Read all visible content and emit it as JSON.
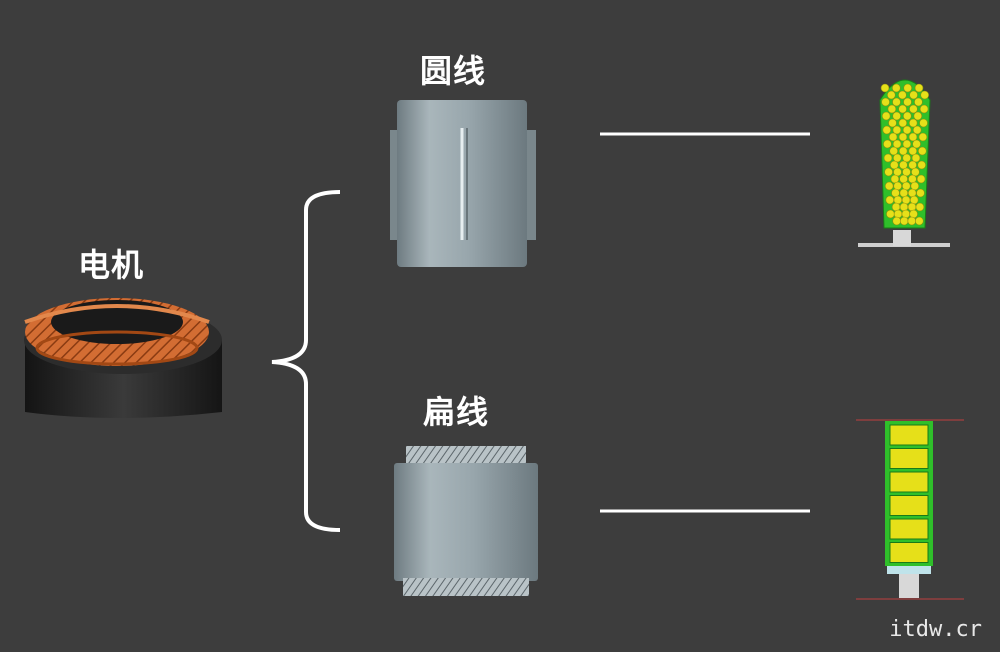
{
  "labels": {
    "motor": "电机",
    "round_wire": "圆线",
    "flat_wire": "扁线"
  },
  "watermark": "itdw.cr",
  "colors": {
    "background": "#3d3d3d",
    "copper": "#c8642a",
    "stator_gray": "#8f9da3",
    "slot_green": "#2fbf2a",
    "conductor_yellow": "#e6e019",
    "line_white": "#ffffff"
  }
}
